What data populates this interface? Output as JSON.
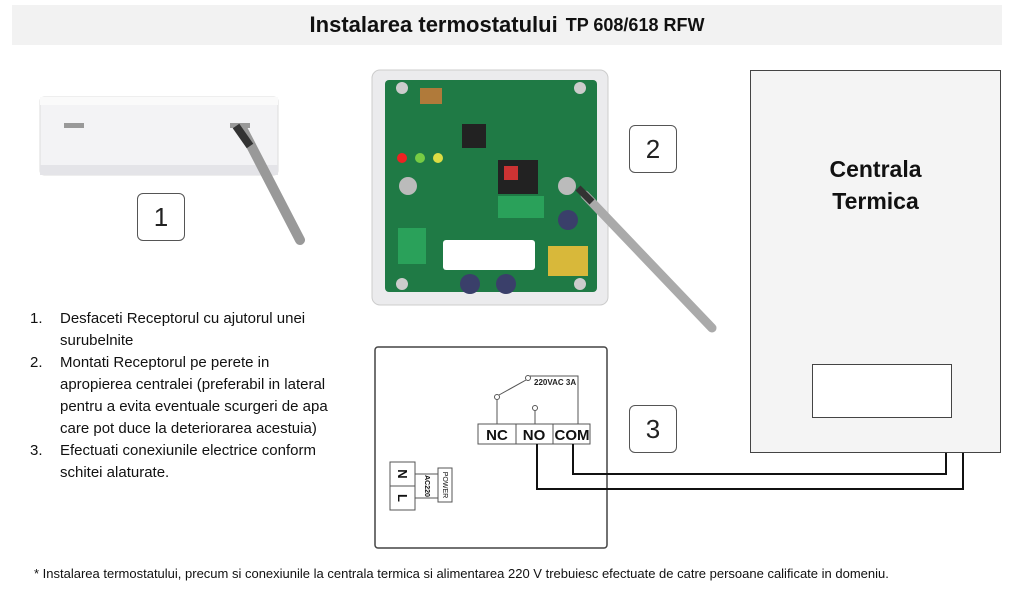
{
  "title": {
    "main": "Instalarea termostatului",
    "model": "TP 608/618 RFW"
  },
  "step_labels": [
    "1",
    "2",
    "3"
  ],
  "instructions": [
    {
      "num": "1.",
      "text": "Desfaceti Receptorul cu ajutorul unei surubelnite"
    },
    {
      "num": "2.",
      "text": "Montati Receptorul pe perete in apropierea centralei (preferabil in lateral pentru a evita eventuale scurgeri de apa care pot duce la deteriorarea acestuia)"
    },
    {
      "num": "3.",
      "text": "Efectuati conexiunile electrice conform schitei alaturate."
    }
  ],
  "boiler": {
    "line1": "Centrala",
    "line2": "Termica"
  },
  "wiring": {
    "relay_rating": "220VAC 3A",
    "terminals": [
      "NC",
      "NO",
      "COM"
    ],
    "power_terminals": [
      "N",
      "L"
    ],
    "ac_label": "AC220",
    "power_label": "POWER"
  },
  "footnote": "* Instalarea termostatului, precum si conexiunile la centrala termica si alimentarea 220 V trebuiesc efectuate de catre persoane calificate in domeniu."
}
